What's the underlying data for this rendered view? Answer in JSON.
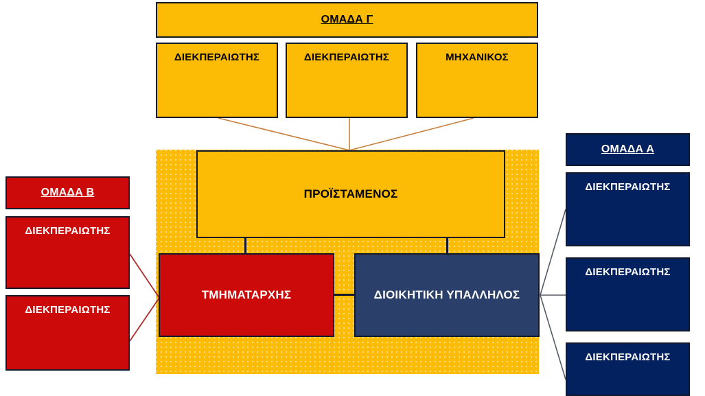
{
  "diagram": {
    "title": "Organizational chart",
    "colors": {
      "yellow": "#FCBB05",
      "red": "#CD0A0A",
      "navy": "#04215F",
      "steel_blue": "#2A406B",
      "outline": "#13182B",
      "link_orange": "#C8803C",
      "link_red": "#B02A2A",
      "link_gray": "#555B66"
    }
  },
  "group_gamma": {
    "header": "ΟΜΑΔΑ Γ",
    "members": [
      {
        "label": "ΔΙΕΚΠΕΡΑΙΩΤΗΣ"
      },
      {
        "label": "ΔΙΕΚΠΕΡΑΙΩΤΗΣ"
      },
      {
        "label": "ΜΗΧΑΝΙΚΟΣ"
      }
    ]
  },
  "group_beta": {
    "header": "ΟΜΑΔΑ Β",
    "members": [
      {
        "label": "ΔΙΕΚΠΕΡΑΙΩΤΗΣ"
      },
      {
        "label": "ΔΙΕΚΠΕΡΑΙΩΤΗΣ"
      }
    ]
  },
  "group_alpha": {
    "header": "ΟΜΑΔΑ Α",
    "members": [
      {
        "label": "ΔΙΕΚΠΕΡΑΙΩΤΗΣ"
      },
      {
        "label": "ΔΙΕΚΠΕΡΑΙΩΤΗΣ"
      },
      {
        "label": "ΔΙΕΚΠΕΡΑΙΩΤΗΣ"
      }
    ]
  },
  "core": {
    "supervisor": "ΠΡΟΪΣΤΑΜΕΝΟΣ",
    "department_head": "ΤΜΗΜΑΤΑΡΧΗΣ",
    "admin_officer": "ΔΙΟΙΚΗΤΙΚΗ ΥΠΑΛΛΗΛΟΣ"
  }
}
